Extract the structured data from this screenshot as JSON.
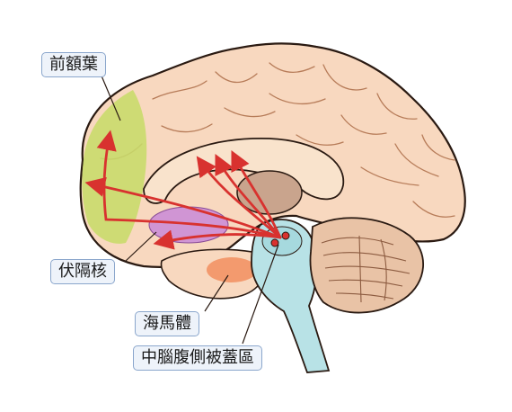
{
  "labels": {
    "prefrontal": "前額葉",
    "nucleus_accumbens": "伏隔核",
    "hippocampus": "海馬體",
    "vta": "中腦腹側被蓋區"
  },
  "colors": {
    "cortex": "#f8d8bf",
    "outline": "#2a1a12",
    "prefrontal": "#c7db6a",
    "accumbens": "#cc8fd6",
    "hippocampus": "#f39a6e",
    "brainstem": "#b8e2e6",
    "corpus_callosum": "#f9e3cc",
    "thalamus": "#c9a48d",
    "cerebellum": "#e9c3a6",
    "pathway": "#d8322f",
    "label_bg": "#eef3fa",
    "label_border": "#8aa6cc"
  }
}
